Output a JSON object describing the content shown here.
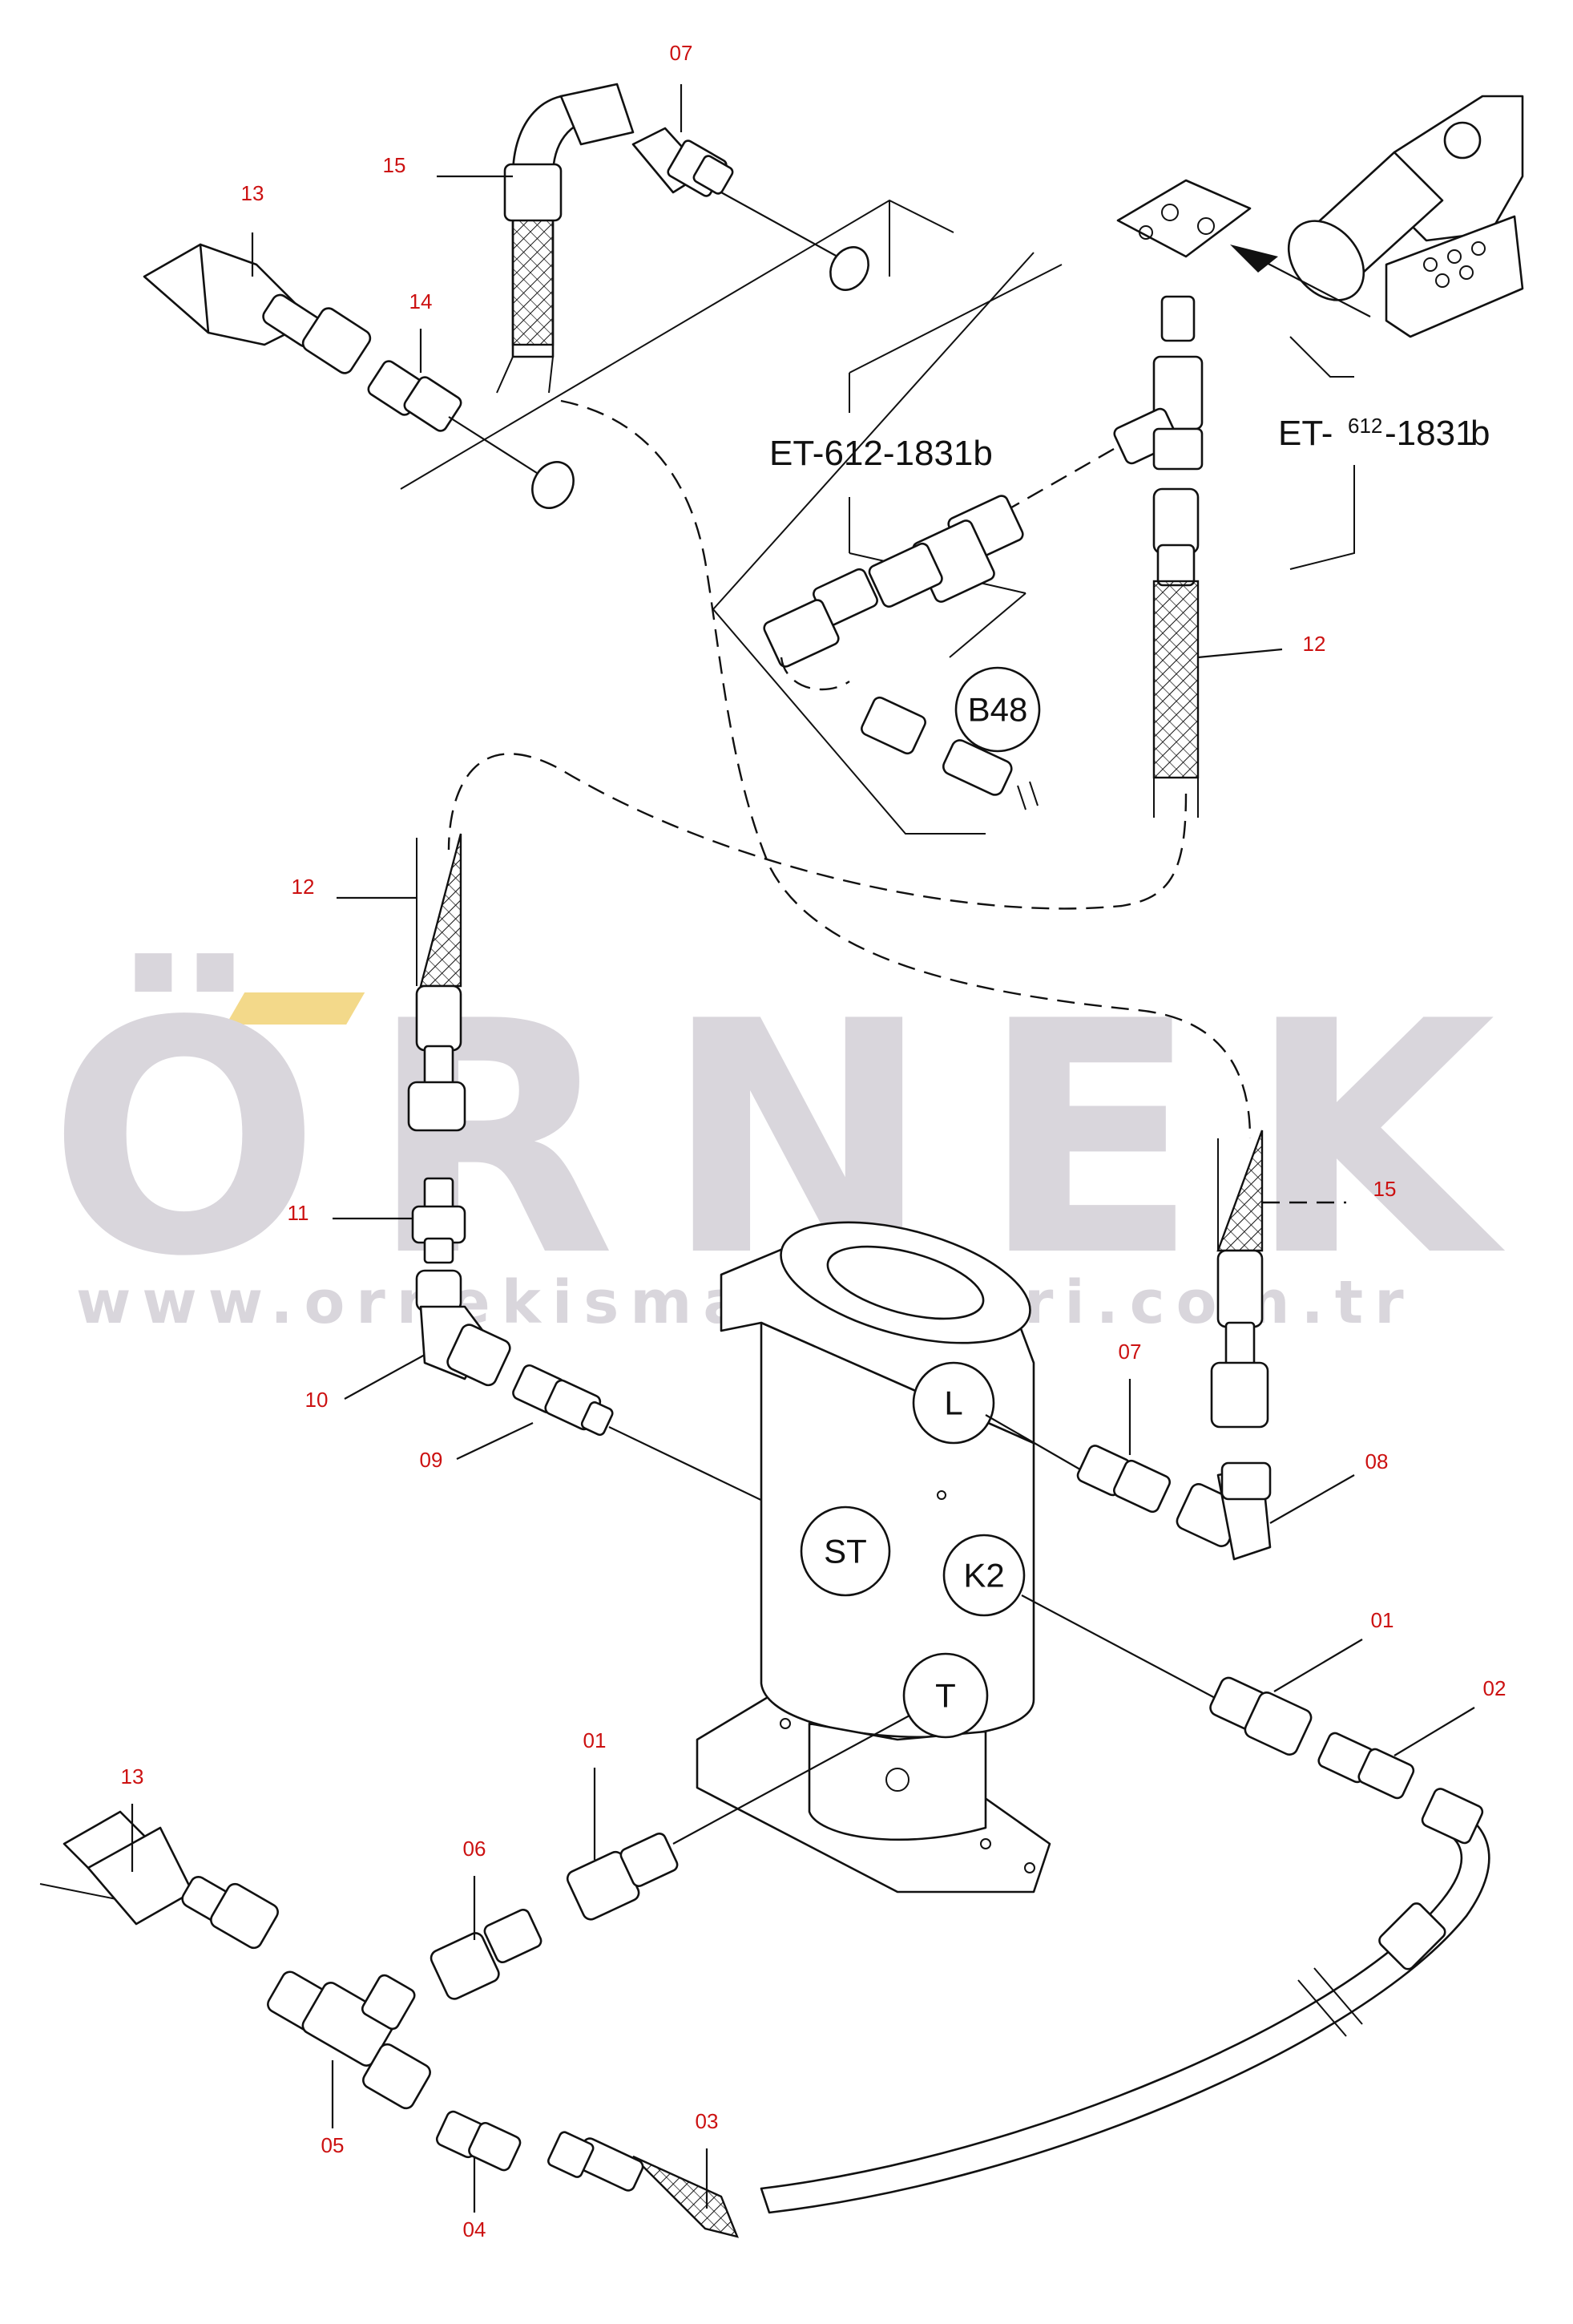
{
  "watermark": {
    "brand": "ÖRNEK",
    "url": "www.ornekismakinalari.com.tr",
    "accent_color": "#f3d98a",
    "text_color": "#d9d6dc"
  },
  "callout_color": "#cc1111",
  "callouts": {
    "c07_top": "07",
    "c15_top": "15",
    "c13_top": "13",
    "c14": "14",
    "c12_right": "12",
    "c12_left": "12",
    "c11": "11",
    "c10": "10",
    "c09": "09",
    "c15_right": "15",
    "c07_mid": "07",
    "c08": "08",
    "c01_right": "01",
    "c02": "02",
    "c01_mid": "01",
    "c13_bottom": "13",
    "c06": "06",
    "c05": "05",
    "c04": "04",
    "c03": "03"
  },
  "references": {
    "ref_left": "ET-612-1831b",
    "ref_right_a": "ET-",
    "ref_right_sup": "612",
    "ref_right_b": "-1831",
    "ref_right_c": "b"
  },
  "ports": {
    "L": "L",
    "ST": "ST",
    "K2": "K2",
    "T": "T",
    "B48": "B48"
  }
}
